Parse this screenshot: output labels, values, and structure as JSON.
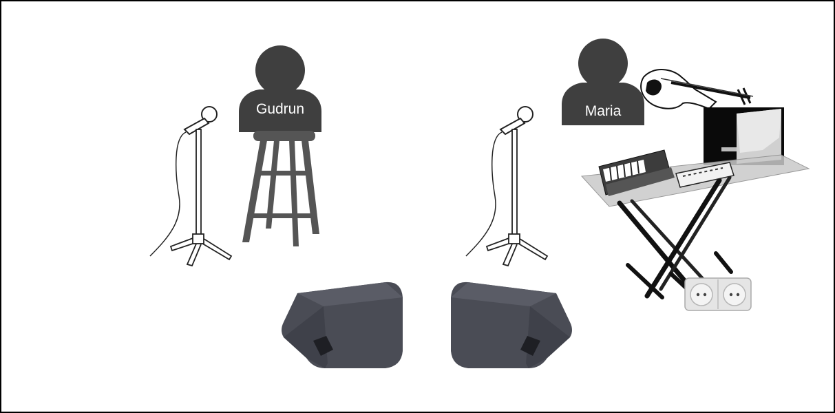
{
  "stage_plot": {
    "performers": [
      {
        "id": "performer-gudrun",
        "name": "Gudrun"
      },
      {
        "id": "performer-maria",
        "name": "Maria"
      }
    ],
    "equipment": [
      "mic-stand-icon",
      "bar-stool-icon",
      "mic-stand-icon",
      "violin-icon",
      "amplifier-icon",
      "keyboard-icon",
      "keyboard-stand-icon",
      "power-outlet-icon",
      "monitor-speaker-icon",
      "monitor-speaker-icon"
    ]
  },
  "colors": {
    "person": "#3f3f3f",
    "stool": "#555555",
    "speaker": "#4a4c55",
    "border": "#000000"
  }
}
